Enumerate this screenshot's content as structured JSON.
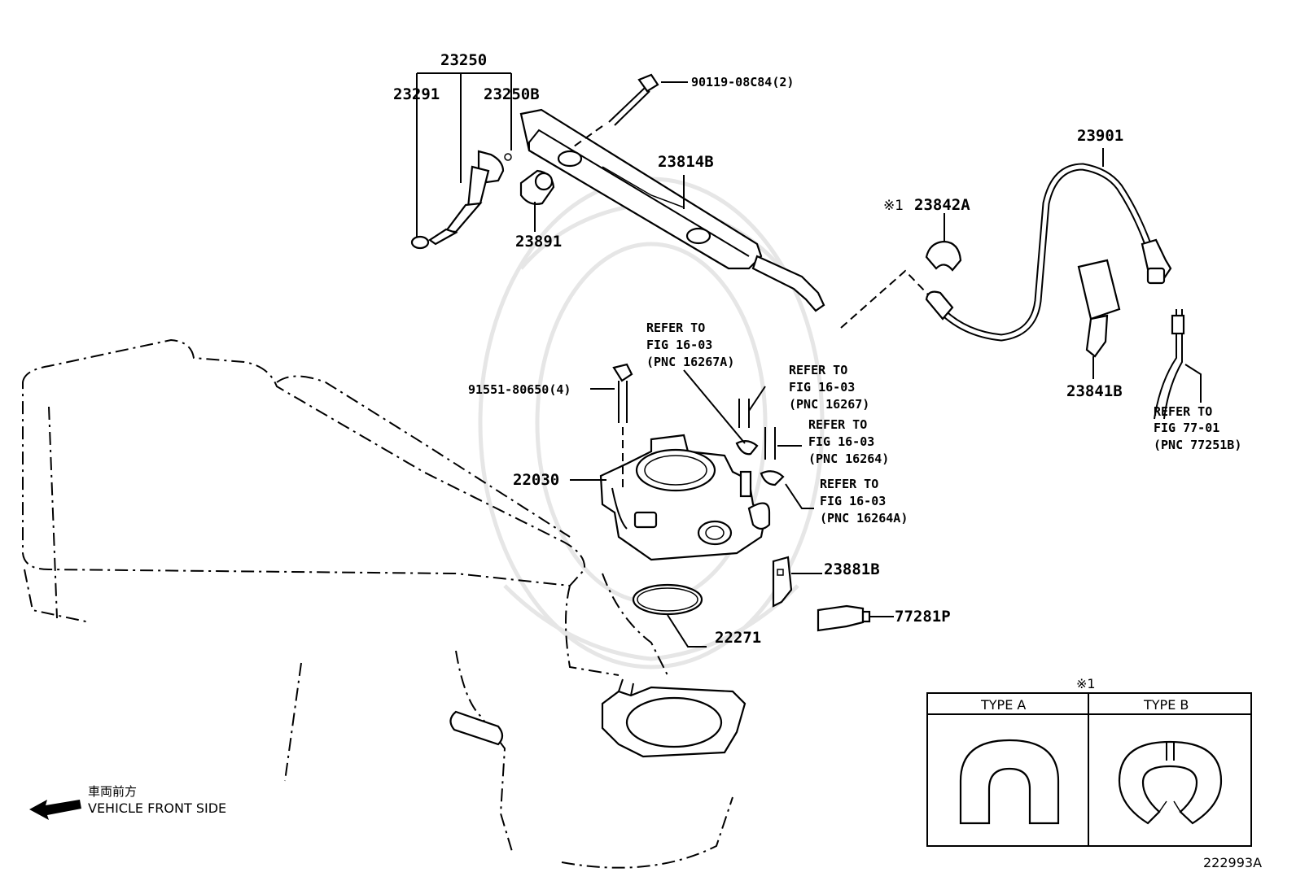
{
  "parts": {
    "p23250": "23250",
    "p23291": "23291",
    "p23250B": "23250B",
    "p23891": "23891",
    "p90119": "90119-08C84(2)",
    "p23814B": "23814B",
    "p23901": "23901",
    "p23842A": "23842A",
    "p23842A_mark": "※1",
    "p23841B": "23841B",
    "p91551": "91551-80650(4)",
    "p22030": "22030",
    "p23881B": "23881B",
    "p77281P": "77281P",
    "p22271": "22271"
  },
  "refs": {
    "r1": {
      "l1": "REFER TO",
      "l2": "FIG 16-03",
      "l3": "(PNC 16267A)"
    },
    "r2": {
      "l1": "REFER TO",
      "l2": "FIG 16-03",
      "l3": "(PNC 16267)"
    },
    "r3": {
      "l1": "REFER TO",
      "l2": "FIG 16-03",
      "l3": "(PNC 16264)"
    },
    "r4": {
      "l1": "REFER TO",
      "l2": "FIG 16-03",
      "l3": "(PNC 16264A)"
    },
    "r5": {
      "l1": "REFER TO",
      "l2": "FIG 77-01",
      "l3": "(PNC 77251B)"
    }
  },
  "front": {
    "jp": "車両前方",
    "en": "VEHICLE FRONT SIDE"
  },
  "legend": {
    "mark": "※1",
    "type_a": "TYPE A",
    "type_b": "TYPE B"
  },
  "figure_id": "222993A"
}
